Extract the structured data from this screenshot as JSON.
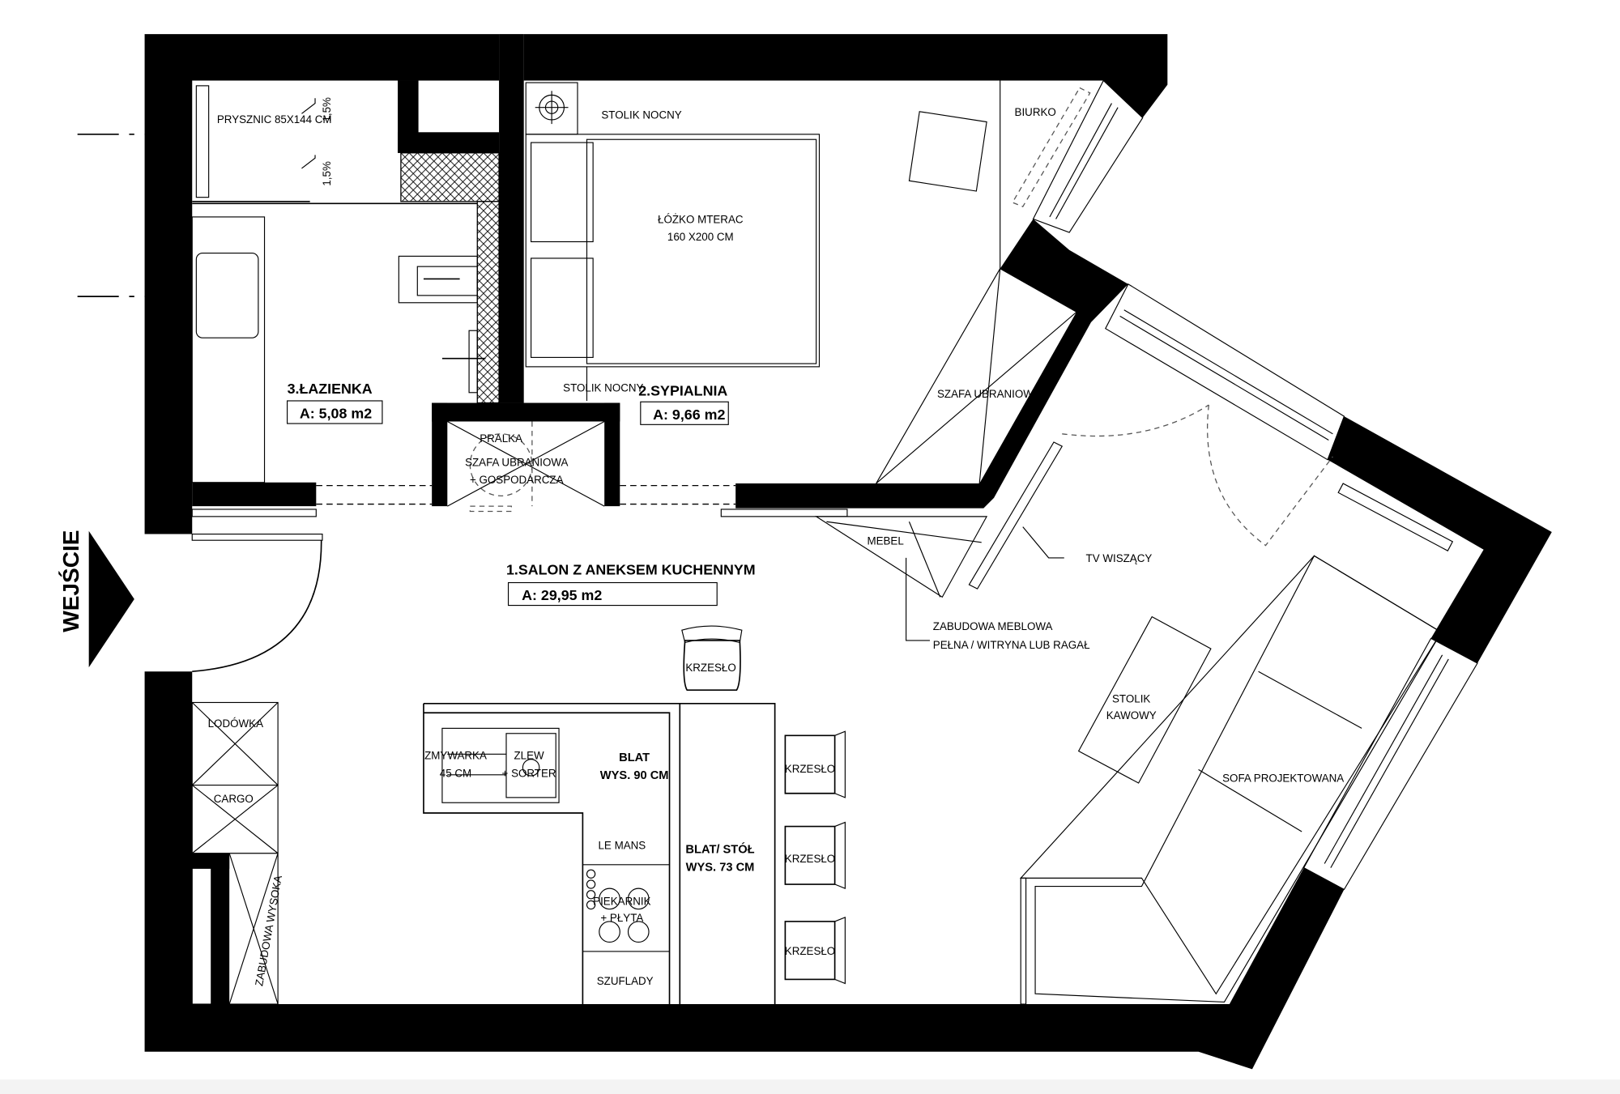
{
  "entrance": {
    "label": "WEJŚCIE"
  },
  "rooms": {
    "salon": {
      "title": "1.SALON Z ANEKSEM KUCHENNYM",
      "area": "A: 29,95 m2"
    },
    "sypialnia": {
      "title": "2.SYPIALNIA",
      "area": "A: 9,66 m2"
    },
    "lazienka": {
      "title": "3.ŁAZIENKA",
      "area": "A: 5,08 m2"
    }
  },
  "bathroom": {
    "shower": "PRYSZNIC 85X144 CM",
    "slope_1": "1,5%",
    "slope_2": "1,5%"
  },
  "bedroom": {
    "nightstand_top": "STOLIK NOCNY",
    "nightstand_bottom": "STOLIK NOCNY",
    "bed_line1": "ŁÓŻKO MTERAC",
    "bed_line2": "160 X200 CM",
    "desk": "BIURKO",
    "wardrobe": "SZAFA UBRANIOWA"
  },
  "utility": {
    "washer": "PRALKA",
    "wardrobe_line1": "SZAFA UBRANIOWA",
    "wardrobe_line2": "+ GOSPODARCZA"
  },
  "living": {
    "furniture": "MEBEL",
    "tv": "TV WISZĄCY",
    "cabinet_line1": "ZABUDOWA MEBLOWA",
    "cabinet_line2": "PEŁNA / WITRYNA LUB RAGAŁ",
    "coffee_table_line1": "STOLIK",
    "coffee_table_line2": "KAWOWY",
    "sofa": "SOFA PROJEKTOWANA"
  },
  "kitchen": {
    "fridge": "LODÓWKA",
    "cargo": "CARGO",
    "tall_cabinet": "ZABUDOWA WYSOKA",
    "dishwasher_line1": "ZMYWARKA",
    "dishwasher_line2": "45 CM",
    "sink_line1": "ZLEW",
    "sink_line2": "+ SORTER",
    "counter_line1": "BLAT",
    "counter_line2": "WYS. 90 CM",
    "le_mans": "LE MANS",
    "oven_line1": "PIEKARNIK",
    "oven_line2": "+ PŁYTA",
    "drawers": "SZUFLADY",
    "table_line1": "BLAT/ STÓŁ",
    "table_line2": "WYS. 73 CM"
  },
  "chairs": [
    "KRZESŁO",
    "KRZESŁO",
    "KRZESŁO",
    "KRZESŁO"
  ]
}
